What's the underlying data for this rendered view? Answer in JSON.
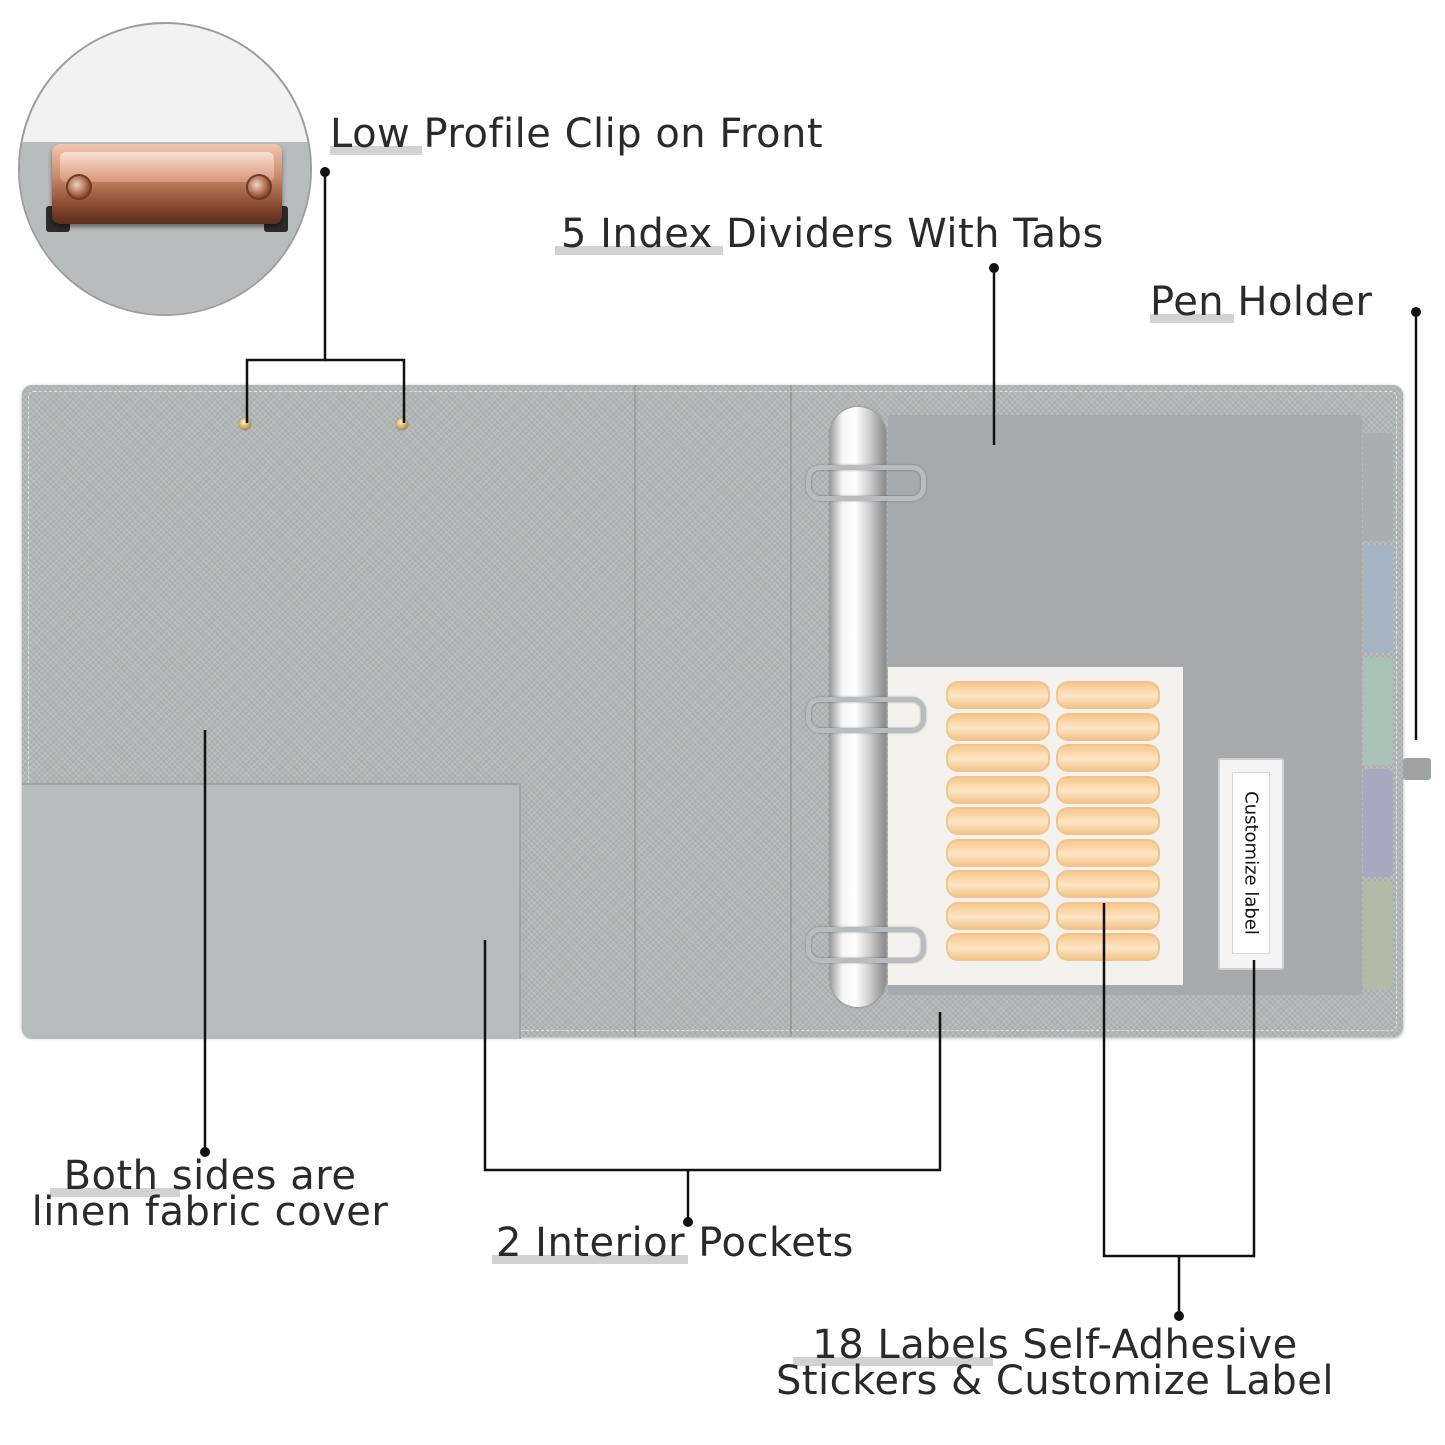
{
  "callouts": {
    "clip": "Low Profile Clip on Front",
    "dividers": "5 Index Dividers With Tabs",
    "pen_holder": "Pen Holder",
    "linen_line1": "Both sides are",
    "linen_line2": "linen fabric cover",
    "pockets": "2 Interior Pockets",
    "labels_line1": "18 Labels Self-Adhesive",
    "labels_line2": "Stickers & Customize Label"
  },
  "product": {
    "customize_label_text": "Customize label",
    "divider_tab_colors": [
      "#a9adb0",
      "#a6b4c3",
      "#a9c1b6",
      "#a9a8c0",
      "#b3baa8"
    ],
    "sticker_count": 18
  },
  "colors": {
    "fabric": "#b4b7b7",
    "divider": "#a6aaad",
    "sticker_orange": "#f2c38a",
    "clip_rose_gold": "#c98a6a"
  }
}
